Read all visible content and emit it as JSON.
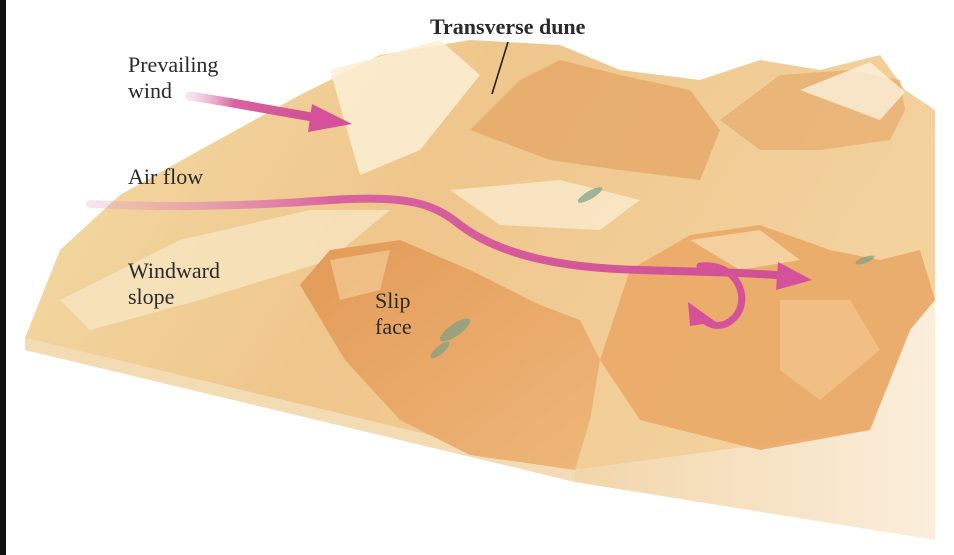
{
  "labels": {
    "transverse_dune": "Transverse dune",
    "prevailing_wind": "Prevailing\nwind",
    "air_flow": "Air flow",
    "windward_slope": "Windward\nslope",
    "slip_face": "Slip\nface"
  },
  "colors": {
    "sand_light": "#f6dfae",
    "sand_mid": "#eab876",
    "sand_dark": "#d58a4c",
    "sand_pale": "#fbf0d6",
    "arrow": "#d5529b",
    "vegetation": "#7a9f86"
  }
}
